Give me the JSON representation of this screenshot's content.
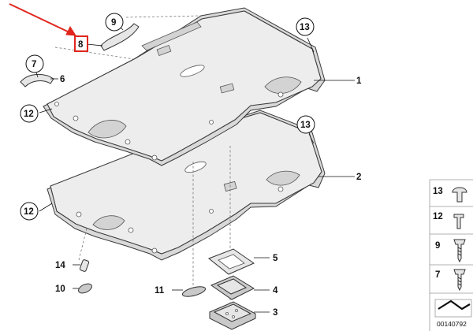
{
  "callouts": {
    "c1": "1",
    "c2": "2",
    "c3": "3",
    "c4": "4",
    "c5": "5",
    "c6": "6",
    "c7": "7",
    "c8": "8",
    "c9": "9",
    "c10": "10",
    "c11": "11",
    "c12a": "12",
    "c12b": "12",
    "c13a": "13",
    "c13b": "13",
    "c14": "14"
  },
  "legend": {
    "l13": "13",
    "l12": "12",
    "l9": "9",
    "l7": "7"
  },
  "catalog_number": "00140792",
  "highlight_color": "#e0261d"
}
